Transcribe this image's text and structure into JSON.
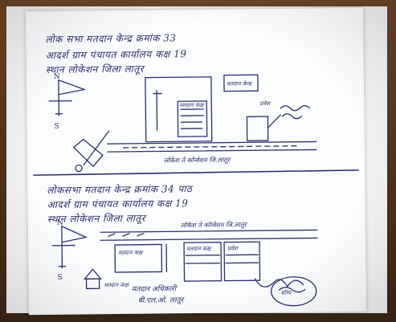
{
  "document": {
    "kind": "handwritten-notice-photo",
    "ink_color": "#2a2f6e",
    "paper_color": "#fbfcfd",
    "section_1": {
      "line_1": "लोक सभा मतदान केन्द्र क्रमांक 33",
      "line_2": "आदर्श ग्राम पंचायत कार्यालय कक्ष 19",
      "line_3": "स्थान लोकेशन जिला लातूर",
      "sign_board": "मतदान केन्द्र",
      "room_label": "मतदान कक्ष",
      "entry_label": "प्रवेश",
      "road_label": "लोकेश ते कॉन्वेशन जि.लातूर"
    },
    "section_2": {
      "line_1": "लोकसभा मतदान केन्द्र क्रमांक 34 पाठ",
      "line_2": "आदर्श ग्राम पंचायत कार्यालय कक्ष 19",
      "line_3": "स्थान लोकेशन जिला लातूर",
      "road_label": "लोकेश ते कॉन्वेशन जि.लातूर",
      "room_label_left": "मतदान कक्ष",
      "room_label_mid": "मतदान कक्ष",
      "room_label_right": "प्रवेश",
      "small_label": "मतदान कक्ष"
    },
    "signatures": {
      "left_line_1": "मतदान अधिकारी",
      "left_line_2": "बी.एल.ओ. लातूर",
      "right_stamp": "स्टॅम्प"
    }
  }
}
